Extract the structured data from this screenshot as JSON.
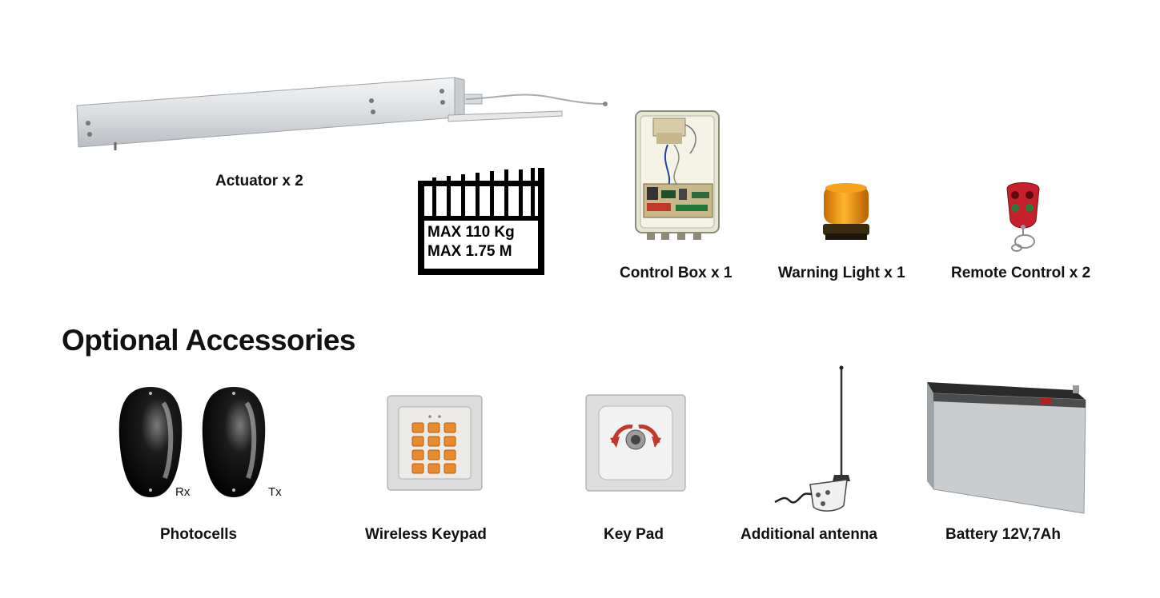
{
  "included": {
    "actuator": {
      "caption": "Actuator x 2",
      "icon": "linear-actuator-icon"
    },
    "gate_sign": {
      "icon": "gate-icon",
      "line1": "MAX 110 Kg",
      "line2": "MAX 1.75 M"
    },
    "control_box": {
      "caption": "Control Box x 1",
      "icon": "control-box-icon"
    },
    "warning_light": {
      "caption": "Warning Light x 1",
      "icon": "warning-light-icon"
    },
    "remote_control": {
      "caption": "Remote Control x 2",
      "icon": "remote-control-icon"
    }
  },
  "optional": {
    "title": "Optional Accessories",
    "photocells": {
      "caption": "Photocells",
      "rx": "Rx",
      "tx": "Tx",
      "icon": "photocell-icon"
    },
    "wireless_keypad": {
      "caption": "Wireless Keypad",
      "icon": "wireless-keypad-icon"
    },
    "key_pad": {
      "caption": "Key Pad",
      "icon": "key-switch-icon"
    },
    "antenna": {
      "caption": "Additional antenna",
      "icon": "antenna-icon"
    },
    "battery": {
      "caption": "Battery 12V,7Ah",
      "icon": "battery-icon"
    }
  },
  "colors": {
    "text": "#111111",
    "background": "#ffffff",
    "amber": "#f29a1a",
    "remote_red": "#c5202b"
  }
}
